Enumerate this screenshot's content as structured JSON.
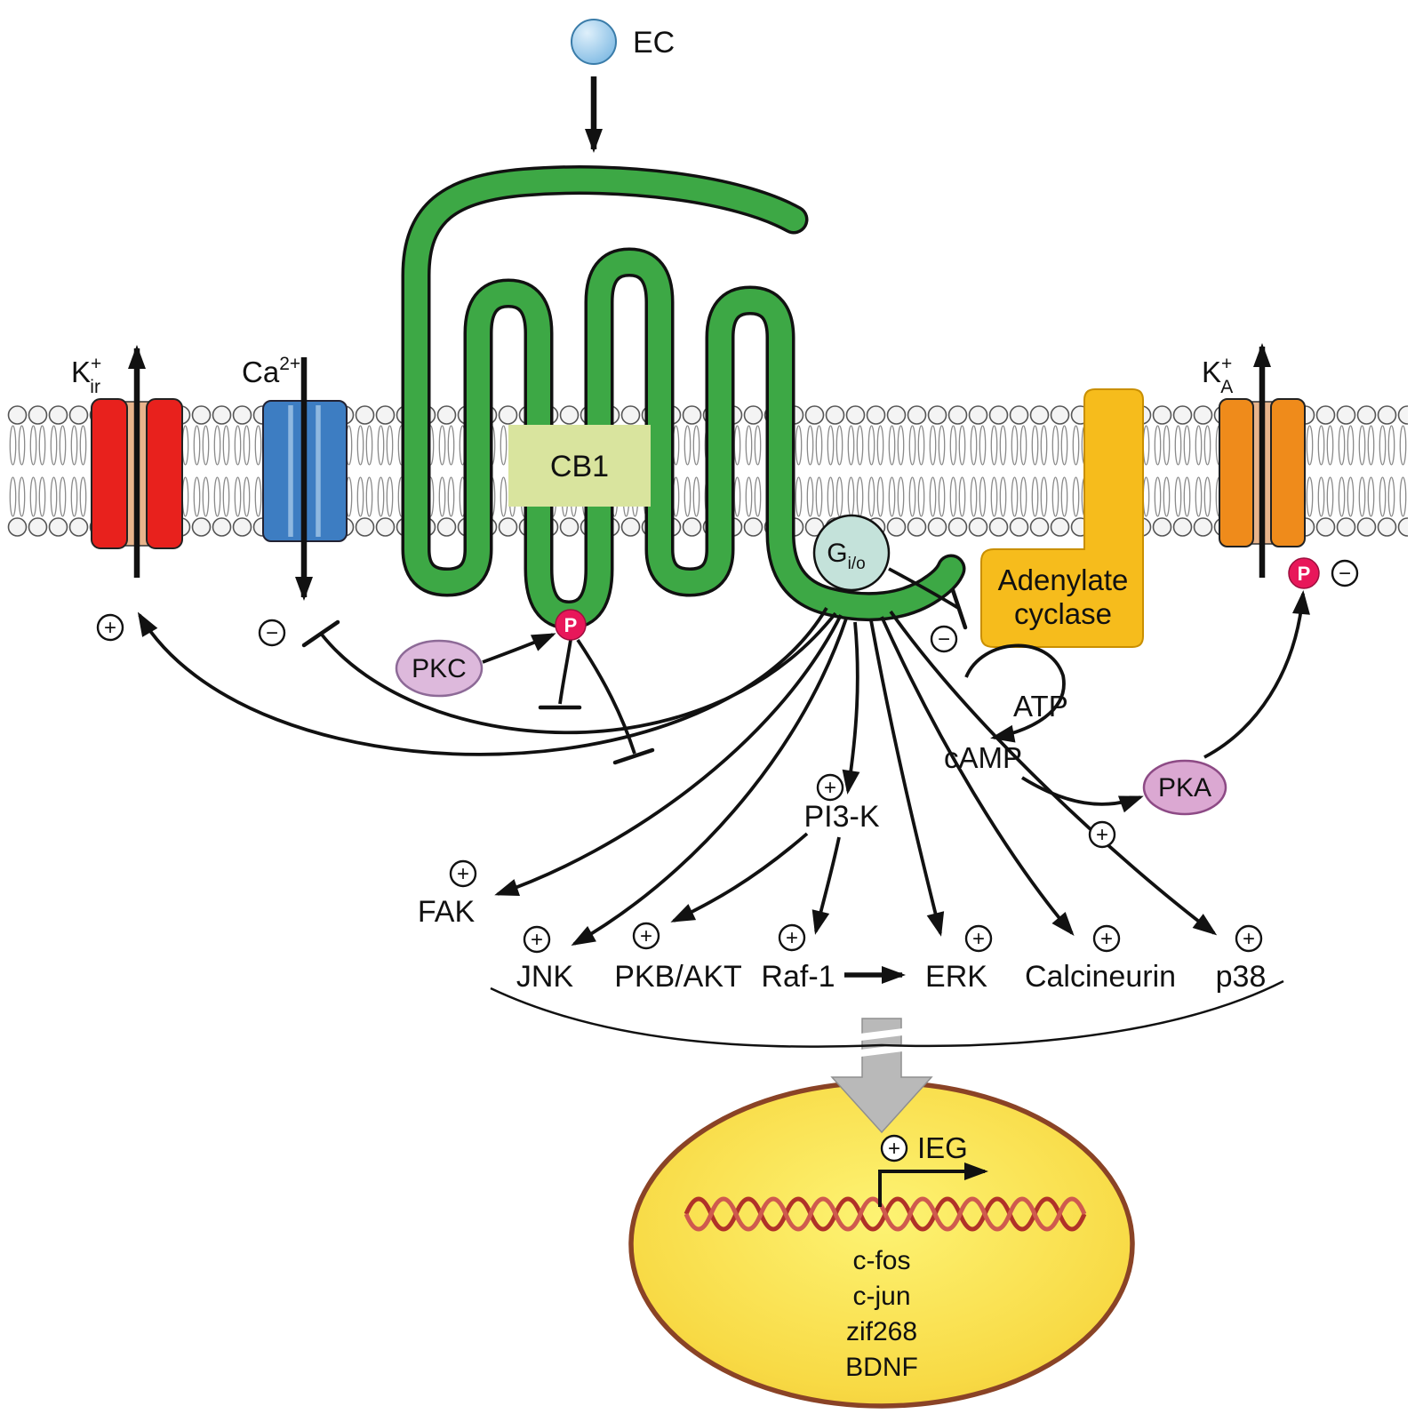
{
  "ligand": {
    "label": "EC"
  },
  "receptor": {
    "label": "CB1"
  },
  "g_protein": {
    "base": "G",
    "sub": "i/o"
  },
  "adenylate_cyclase": {
    "line1": "Adenylate",
    "line2": "cyclase"
  },
  "channels": {
    "kir": {
      "base": "K",
      "sup": "+",
      "sub": "ir"
    },
    "ca": {
      "base": "Ca",
      "sup": "2+"
    },
    "ka": {
      "base": "K",
      "sup": "+",
      "sub": "A"
    }
  },
  "enzymes": {
    "pkc": "PKC",
    "pka": "PKA"
  },
  "phospho": {
    "label": "P"
  },
  "messengers": {
    "atp": "ATP",
    "camp": "cAMP"
  },
  "effectors": {
    "pi3k": "PI3-K",
    "fak": "FAK",
    "jnk": "JNK",
    "pkb_akt": "PKB/AKT",
    "raf1": "Raf-1",
    "erk": "ERK",
    "calcineurin": "Calcineurin",
    "p38": "p38"
  },
  "nucleus": {
    "ieg": "IEG",
    "genes": [
      "c-fos",
      "c-jun",
      "zif268",
      "BDNF"
    ]
  },
  "symbols": {
    "plus": "+",
    "minus": "−"
  },
  "colors": {
    "receptor_green": "#3da845",
    "cb1_box": "#d9e49e",
    "kir_channel_red": "#e8211d",
    "ca_channel_blue": "#3d7dc2",
    "ka_channel_orange": "#ef8b1b",
    "channel_pore_tan": "#e8b48c",
    "adenylate_cyclase_gold": "#f6bc1c",
    "g_protein_teal": "#c4e2da",
    "kinase_ellipse_purple": "#ddb9dc",
    "phospho_red": "#e8175a",
    "nucleus_yellow": "#f7d843",
    "nucleus_border_brown": "#8a4326",
    "dna_red": "#b03228",
    "ec_ligand_blue": "#7ab8e0",
    "gray_arrow": "#b9b9b9"
  }
}
